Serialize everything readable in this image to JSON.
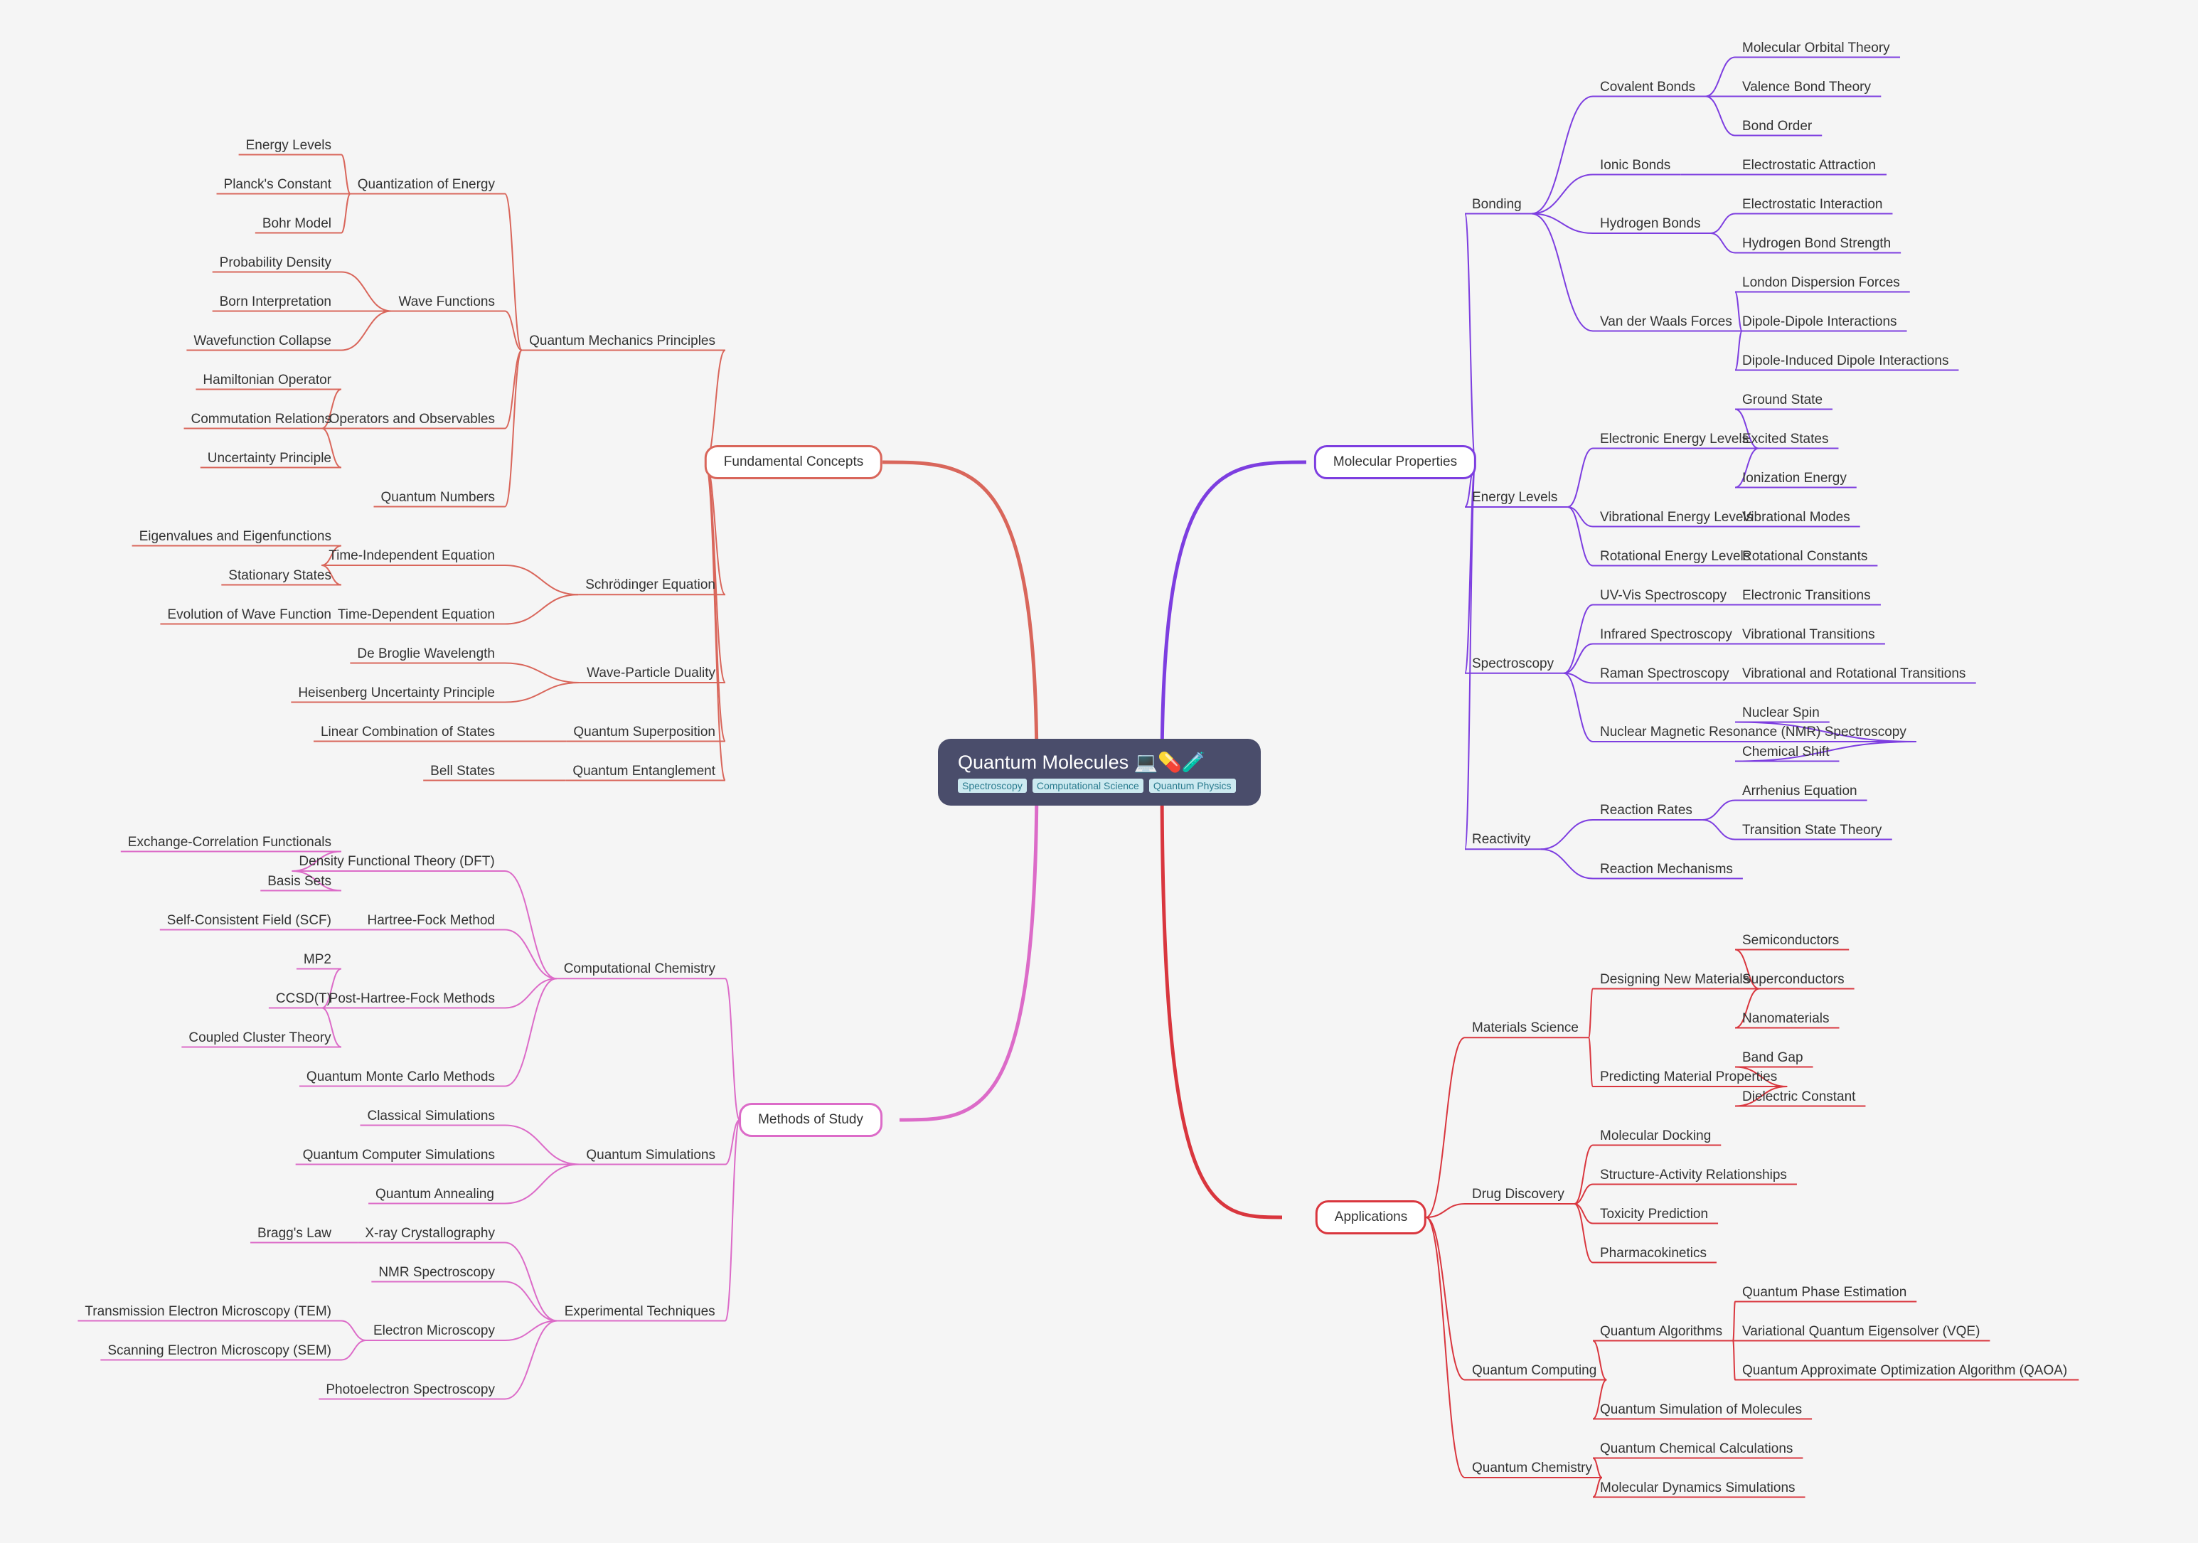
{
  "root": {
    "title": "Quantum Molecules 💻💊🧪",
    "tags": [
      "Spectroscopy",
      "Computational Science",
      "Quantum Physics"
    ]
  },
  "colors": {
    "fundamental": "#d9665b",
    "methods": "#dc6bc8",
    "molecular": "#7d3ee0",
    "applications": "#d9363e"
  },
  "branches": [
    {
      "label": "Fundamental Concepts",
      "side": "left",
      "color": "fundamental",
      "children": [
        {
          "label": "Quantum Mechanics Principles",
          "children": [
            {
              "label": "Quantization of Energy",
              "children": [
                {
                  "label": "Energy Levels"
                },
                {
                  "label": "Planck's Constant"
                },
                {
                  "label": "Bohr Model"
                }
              ]
            },
            {
              "label": "Wave Functions",
              "children": [
                {
                  "label": "Probability Density"
                },
                {
                  "label": "Born Interpretation"
                },
                {
                  "label": "Wavefunction Collapse"
                }
              ]
            },
            {
              "label": "Operators and Observables",
              "children": [
                {
                  "label": "Hamiltonian Operator"
                },
                {
                  "label": "Commutation Relations"
                },
                {
                  "label": "Uncertainty Principle"
                }
              ]
            },
            {
              "label": "Quantum Numbers"
            }
          ]
        },
        {
          "label": "Schrödinger Equation",
          "children": [
            {
              "label": "Time-Independent Equation",
              "children": [
                {
                  "label": "Eigenvalues and Eigenfunctions"
                },
                {
                  "label": "Stationary States"
                }
              ]
            },
            {
              "label": "Time-Dependent Equation",
              "children": [
                {
                  "label": "Evolution of Wave Function"
                }
              ]
            }
          ]
        },
        {
          "label": "Wave-Particle Duality",
          "children": [
            {
              "label": "De Broglie Wavelength"
            },
            {
              "label": "Heisenberg Uncertainty Principle"
            }
          ]
        },
        {
          "label": "Quantum Superposition",
          "children": [
            {
              "label": "Linear Combination of States"
            }
          ]
        },
        {
          "label": "Quantum Entanglement",
          "children": [
            {
              "label": "Bell States"
            }
          ]
        }
      ]
    },
    {
      "label": "Methods of Study",
      "side": "left",
      "color": "methods",
      "children": [
        {
          "label": "Computational Chemistry",
          "children": [
            {
              "label": "Density Functional Theory (DFT)",
              "children": [
                {
                  "label": "Exchange-Correlation Functionals"
                },
                {
                  "label": "Basis Sets"
                }
              ]
            },
            {
              "label": "Hartree-Fock Method",
              "children": [
                {
                  "label": "Self-Consistent Field (SCF)"
                }
              ]
            },
            {
              "label": "Post-Hartree-Fock Methods",
              "children": [
                {
                  "label": "MP2"
                },
                {
                  "label": "CCSD(T)"
                },
                {
                  "label": "Coupled Cluster Theory"
                }
              ]
            },
            {
              "label": "Quantum Monte Carlo Methods"
            }
          ]
        },
        {
          "label": "Quantum Simulations",
          "children": [
            {
              "label": "Classical Simulations"
            },
            {
              "label": "Quantum Computer Simulations"
            },
            {
              "label": "Quantum Annealing"
            }
          ]
        },
        {
          "label": "Experimental Techniques",
          "children": [
            {
              "label": "X-ray Crystallography",
              "children": [
                {
                  "label": "Bragg's Law"
                }
              ]
            },
            {
              "label": "NMR Spectroscopy"
            },
            {
              "label": "Electron Microscopy",
              "children": [
                {
                  "label": "Transmission Electron Microscopy (TEM)"
                },
                {
                  "label": "Scanning Electron Microscopy (SEM)"
                }
              ]
            },
            {
              "label": "Photoelectron Spectroscopy"
            }
          ]
        }
      ]
    },
    {
      "label": "Molecular Properties",
      "side": "right",
      "color": "molecular",
      "children": [
        {
          "label": "Bonding",
          "children": [
            {
              "label": "Covalent Bonds",
              "children": [
                {
                  "label": "Molecular Orbital Theory"
                },
                {
                  "label": "Valence Bond Theory"
                },
                {
                  "label": "Bond Order"
                }
              ]
            },
            {
              "label": "Ionic Bonds",
              "children": [
                {
                  "label": "Electrostatic Attraction"
                }
              ]
            },
            {
              "label": "Hydrogen Bonds",
              "children": [
                {
                  "label": "Electrostatic Interaction"
                },
                {
                  "label": "Hydrogen Bond Strength"
                }
              ]
            },
            {
              "label": "Van der Waals Forces",
              "children": [
                {
                  "label": "London Dispersion Forces"
                },
                {
                  "label": "Dipole-Dipole Interactions"
                },
                {
                  "label": "Dipole-Induced Dipole Interactions"
                }
              ]
            }
          ]
        },
        {
          "label": "Energy Levels",
          "children": [
            {
              "label": "Electronic Energy Levels",
              "children": [
                {
                  "label": "Ground State"
                },
                {
                  "label": "Excited States"
                },
                {
                  "label": "Ionization Energy"
                }
              ]
            },
            {
              "label": "Vibrational Energy Levels",
              "children": [
                {
                  "label": "Vibrational Modes"
                }
              ]
            },
            {
              "label": "Rotational Energy Levels",
              "children": [
                {
                  "label": "Rotational Constants"
                }
              ]
            }
          ]
        },
        {
          "label": "Spectroscopy",
          "children": [
            {
              "label": "UV-Vis Spectroscopy",
              "children": [
                {
                  "label": "Electronic Transitions"
                }
              ]
            },
            {
              "label": "Infrared Spectroscopy",
              "children": [
                {
                  "label": "Vibrational Transitions"
                }
              ]
            },
            {
              "label": "Raman Spectroscopy",
              "children": [
                {
                  "label": "Vibrational and Rotational Transitions"
                }
              ]
            },
            {
              "label": "Nuclear Magnetic Resonance (NMR) Spectroscopy",
              "children": [
                {
                  "label": "Nuclear Spin"
                },
                {
                  "label": "Chemical Shift"
                }
              ]
            }
          ]
        },
        {
          "label": "Reactivity",
          "children": [
            {
              "label": "Reaction Rates",
              "children": [
                {
                  "label": "Arrhenius Equation"
                },
                {
                  "label": "Transition State Theory"
                }
              ]
            },
            {
              "label": "Reaction Mechanisms"
            }
          ]
        }
      ]
    },
    {
      "label": "Applications",
      "side": "right",
      "color": "applications",
      "children": [
        {
          "label": "Materials Science",
          "children": [
            {
              "label": "Designing New Materials",
              "children": [
                {
                  "label": "Semiconductors"
                },
                {
                  "label": "Superconductors"
                },
                {
                  "label": "Nanomaterials"
                }
              ]
            },
            {
              "label": "Predicting Material Properties",
              "children": [
                {
                  "label": "Band Gap"
                },
                {
                  "label": "Dielectric Constant"
                }
              ]
            }
          ]
        },
        {
          "label": "Drug Discovery",
          "children": [
            {
              "label": "Molecular Docking"
            },
            {
              "label": "Structure-Activity Relationships"
            },
            {
              "label": "Toxicity Prediction"
            },
            {
              "label": "Pharmacokinetics"
            }
          ]
        },
        {
          "label": "Quantum Computing",
          "children": [
            {
              "label": "Quantum Algorithms",
              "children": [
                {
                  "label": "Quantum Phase Estimation"
                },
                {
                  "label": "Variational Quantum Eigensolver (VQE)"
                },
                {
                  "label": "Quantum Approximate Optimization Algorithm (QAOA)"
                }
              ]
            },
            {
              "label": "Quantum Simulation of Molecules"
            }
          ]
        },
        {
          "label": "Quantum Chemistry",
          "children": [
            {
              "label": "Quantum Chemical Calculations"
            },
            {
              "label": "Molecular Dynamics Simulations"
            }
          ]
        }
      ]
    }
  ]
}
